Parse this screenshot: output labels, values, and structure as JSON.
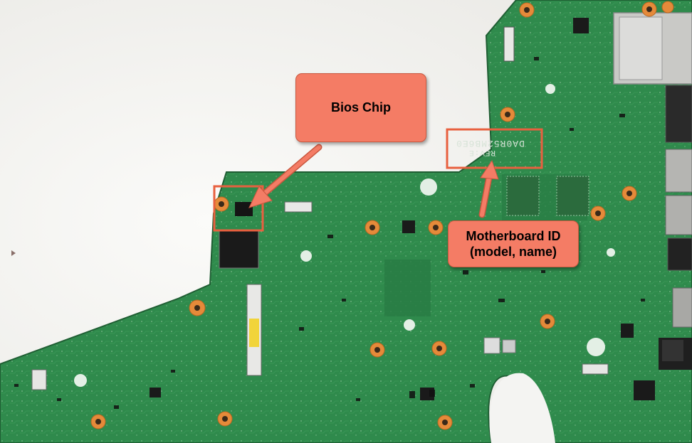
{
  "annotations": {
    "bios_chip": {
      "label": "Bios Chip"
    },
    "motherboard_id": {
      "line1": "Motherboard ID",
      "line2": "(model, name)"
    }
  },
  "board_marking": {
    "model_text": "DA0R52MB6E0",
    "revision_text": "REV:E"
  },
  "colors": {
    "pcb": "#2f8a4c",
    "pcb_dark": "#226a39",
    "callout_fill": "#f47c65",
    "callout_border": "#c9573f",
    "highlight_box": "#e8603f",
    "mount_hole": "#e58a3a",
    "background": "#f4f4f2"
  }
}
